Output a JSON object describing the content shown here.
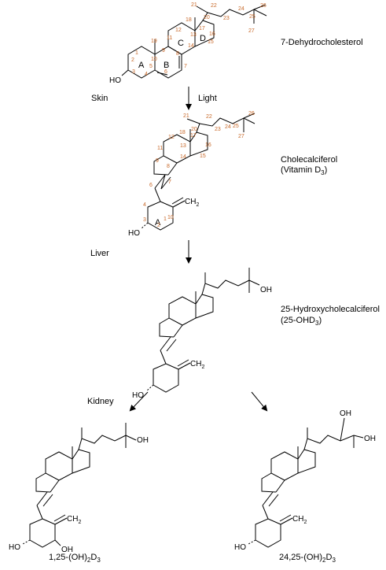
{
  "labels": {
    "dehydro": "7-Dehydrocholesterol",
    "chole_1": "Cholecalciferol",
    "chole_2": "(Vitamin D",
    "chole_2_sub": "3",
    "chole_2_end": ")",
    "hydroxy_1": "25-Hydroxycholecalciferol",
    "hydroxy_2": "(25-OHD",
    "hydroxy_2_sub": "3",
    "hydroxy_2_end": ")",
    "p1": "1,25-(OH)",
    "p1_s1": "2",
    "p1_d": "D",
    "p1_s2": "3",
    "p2": "24,25-(OH)",
    "p2_s1": "2",
    "p2_d": "D",
    "p2_s2": "3"
  },
  "steps": {
    "skin": "Skin",
    "light": "Light",
    "liver": "Liver",
    "kidney": "Kidney"
  },
  "groups": {
    "ho": "HO",
    "oh": "OH",
    "ch2": "CH",
    "ch2_sub": "2"
  },
  "rings": [
    "A",
    "B",
    "C",
    "D"
  ],
  "carbon_numbers": {
    "dehydro": [
      "1",
      "2",
      "3",
      "4",
      "5",
      "6",
      "7",
      "8",
      "9",
      "10",
      "11",
      "12",
      "13",
      "14",
      "15",
      "16",
      "17",
      "18",
      "19",
      "20",
      "21",
      "22",
      "23",
      "24",
      "25",
      "26",
      "27"
    ],
    "chole": [
      "1",
      "2",
      "3",
      "4",
      "6",
      "7",
      "8",
      "9",
      "10",
      "11",
      "12",
      "13",
      "14",
      "15",
      "16",
      "17",
      "18",
      "20",
      "21",
      "22",
      "23",
      "24",
      "25",
      "26",
      "27"
    ]
  },
  "colors": {
    "numbers": "#c8692a",
    "ink": "#000000"
  }
}
